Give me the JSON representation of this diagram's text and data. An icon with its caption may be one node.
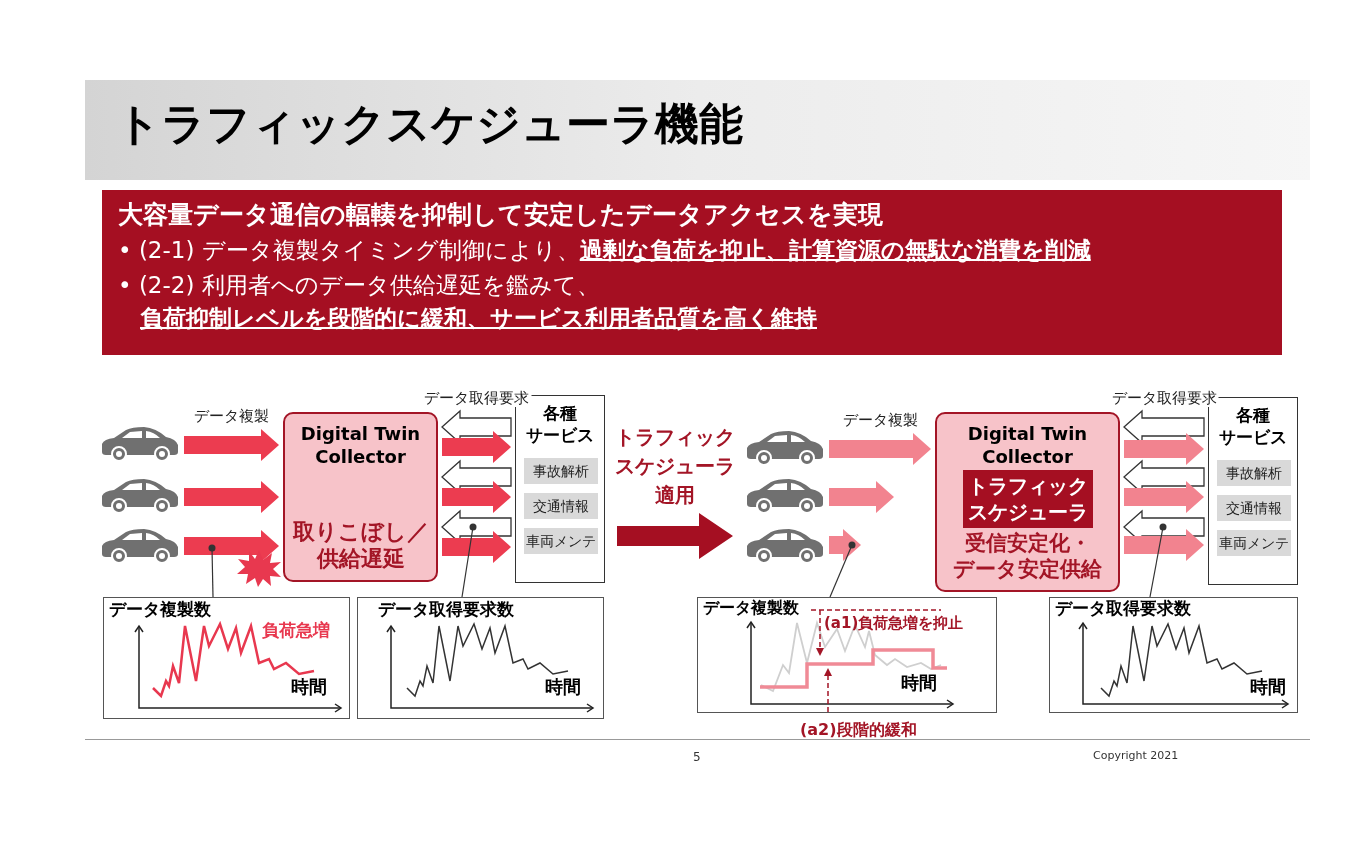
{
  "diagram": {
    "title": "トラフィックスケジューラ機能",
    "nodes": [
      {
        "text": [
          "大容量データ通信の輻輳を抑制して安定したデータアクセスを実現",
          "• (2-1) データ複製タイミング制御により、**過剰な負荷を抑止、計算資源の無駄な消費を削減**",
          "• (2-2) 利用者へのデータ供給遅延を鑑みて、**負荷抑制レベルを段階的に緩和、サービス利用者品質を高く維持**"
        ]
      },
      {
        "text": [],
        "shape": "car"
      },
      {
        "text": [],
        "shape": "car"
      },
      {
        "text": [],
        "shape": "car"
      },
      {
        "text": [
          "Digital Twin Collector",
          "取りこぼし／供給遅延"
        ]
      },
      {
        "text": [
          "各種",
          "サービス"
        ]
      },
      {
        "text": [
          "事故解析"
        ],
        "in": 5
      },
      {
        "text": [
          "交通情報"
        ],
        "in": 5
      },
      {
        "text": [
          "車両メンテ"
        ],
        "in": 5
      },
      {
        "text": [
          "データ複製数",
          "負荷急増",
          "時間"
        ]
      },
      {
        "text": [
          "データ取得要求数",
          "時間"
        ]
      },
      {
        "text": [],
        "shape": "car"
      },
      {
        "text": [],
        "shape": "car"
      },
      {
        "text": [],
        "shape": "car"
      },
      {
        "text": [
          "Digital Twin Collector",
          "受信安定化・データ安定供給"
        ]
      },
      {
        "text": [
          "トラフィックスケジューラ"
        ],
        "in": 14
      },
      {
        "text": [
          "各種",
          "サービス"
        ]
      },
      {
        "text": [
          "事故解析"
        ],
        "in": 16
      },
      {
        "text": [
          "交通情報"
        ],
        "in": 16
      },
      {
        "text": [
          "車両メンテ"
        ],
        "in": 16
      },
      {
        "text": [
          "データ複製数",
          "(a1)負荷急増を抑止",
          "時間"
        ],
        "beside": [
          "(a2)段階的緩和"
        ]
      },
      {
        "text": [
          "データ取得要求数",
          "時間"
        ]
      }
    ],
    "edges": [
      {
        "from": 1,
        "to": 4,
        "arrow": "to",
        "label": "データ複製",
        "color": "#ec3c50"
      },
      {
        "from": 2,
        "to": 4,
        "arrow": "to",
        "color": "#ec3c50"
      },
      {
        "from": 3,
        "to": 4,
        "arrow": "to",
        "color": "#ec3c50"
      },
      {
        "from": 5,
        "to": 4,
        "arrow": "to",
        "label": "データ取得要求",
        "color": "#ffffff"
      },
      {
        "from": 4,
        "to": 5,
        "arrow": "to",
        "color": "#ec3c50"
      },
      {
        "from": 5,
        "to": 4,
        "arrow": "to",
        "color": "#ffffff"
      },
      {
        "from": 4,
        "to": 5,
        "arrow": "to",
        "color": "#ec3c50"
      },
      {
        "from": 5,
        "to": 4,
        "arrow": "to",
        "color": "#ffffff"
      },
      {
        "from": 4,
        "to": 5,
        "arrow": "to",
        "color": "#ec3c50"
      },
      {
        "from": 5,
        "to": 12,
        "arrow": "to",
        "label": "トラフィックスケジューラ適用",
        "style": "thick",
        "color": "#a50f22"
      },
      {
        "from": 11,
        "to": 14,
        "arrow": "to",
        "label": "データ複製",
        "color": "#f2838f"
      },
      {
        "from": 12,
        "to": null,
        "arrow": "to",
        "color": "#f2838f"
      },
      {
        "from": 13,
        "to": null,
        "arrow": "to",
        "color": "#f2838f"
      },
      {
        "from": 16,
        "to": 14,
        "arrow": "to",
        "label": "データ取得要求",
        "color": "#ffffff"
      },
      {
        "from": 14,
        "to": 16,
        "arrow": "to",
        "color": "#f2838f"
      },
      {
        "from": 16,
        "to": 14,
        "arrow": "to",
        "color": "#ffffff"
      },
      {
        "from": 14,
        "to": 16,
        "arrow": "to",
        "color": "#f2838f"
      },
      {
        "from": 16,
        "to": 14,
        "arrow": "to",
        "color": "#ffffff"
      },
      {
        "from": 14,
        "to": 16,
        "arrow": "to",
        "color": "#f2838f"
      },
      {
        "from": 9,
        "to": null,
        "arrow": "other"
      },
      {
        "from": 10,
        "to": null,
        "arrow": "other"
      },
      {
        "from": 20,
        "to": null,
        "arrow": "other"
      },
      {
        "from": 21,
        "to": null,
        "arrow": "other"
      }
    ],
    "labels": [
      "5",
      "Copyright 2021"
    ]
  }
}
